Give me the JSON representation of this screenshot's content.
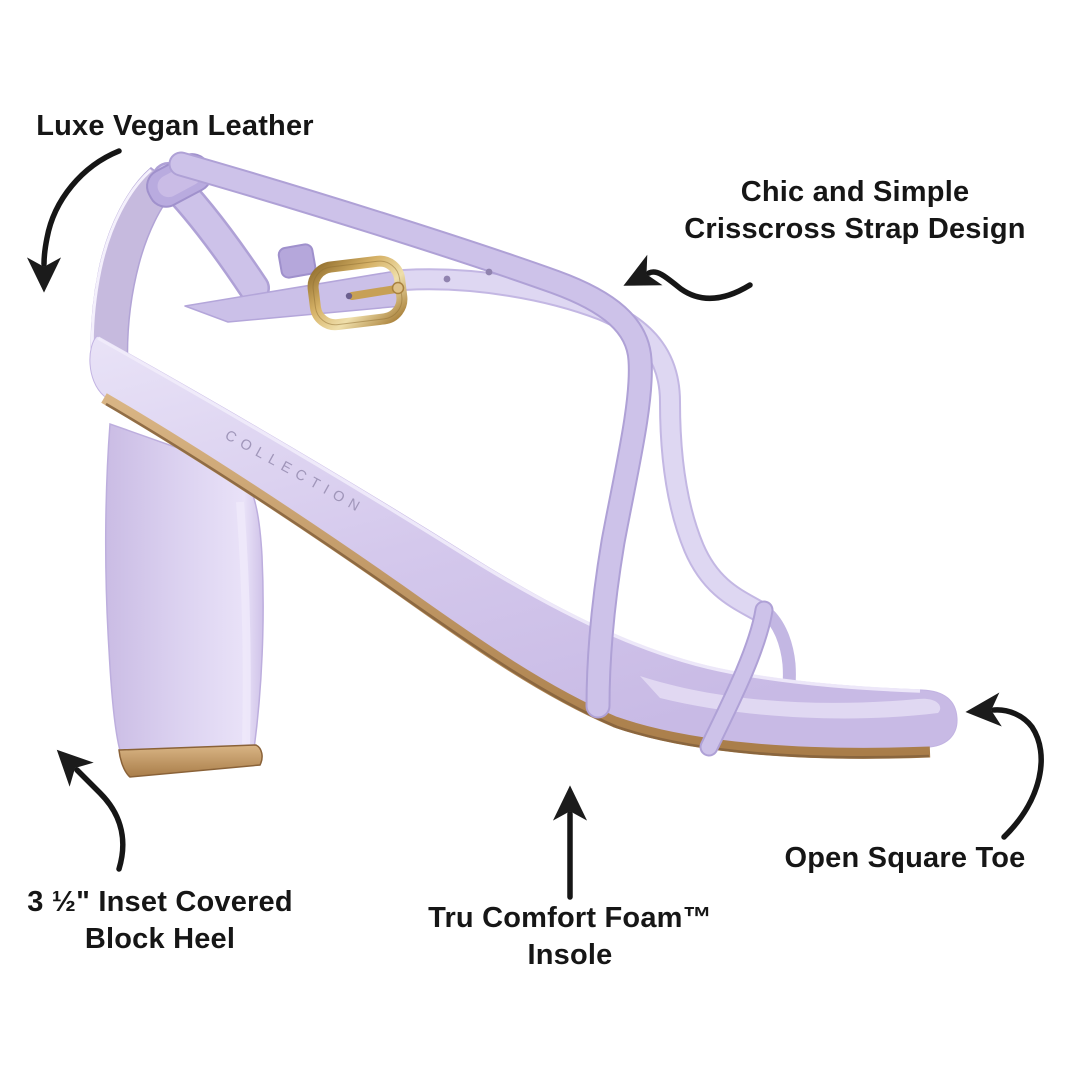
{
  "figure": {
    "kind": "product-feature-infographic",
    "product": "strappy block-heel sandal, side view",
    "insole_stamp": "COLLECTION"
  },
  "callouts": {
    "vegan_leather": {
      "lines": [
        "Luxe Vegan Leather"
      ]
    },
    "crisscross": {
      "lines": [
        "Chic and Simple",
        "Crisscross Strap Design"
      ]
    },
    "block_heel": {
      "lines": [
        "3 ½\" Inset Covered",
        "Block Heel"
      ]
    },
    "insole": {
      "lines": [
        "Tru Comfort Foam™",
        "Insole"
      ]
    },
    "toe": {
      "lines": [
        "Open Square Toe"
      ]
    }
  },
  "colors": {
    "background": "#ffffff",
    "ink": "#161616",
    "strap": "#cdc2e9",
    "strapLight": "#ded7f2",
    "footbed": "#d6cbee",
    "tan": "#c59e6b",
    "gold": "#c9a255",
    "stamp": "#9a90b4"
  }
}
